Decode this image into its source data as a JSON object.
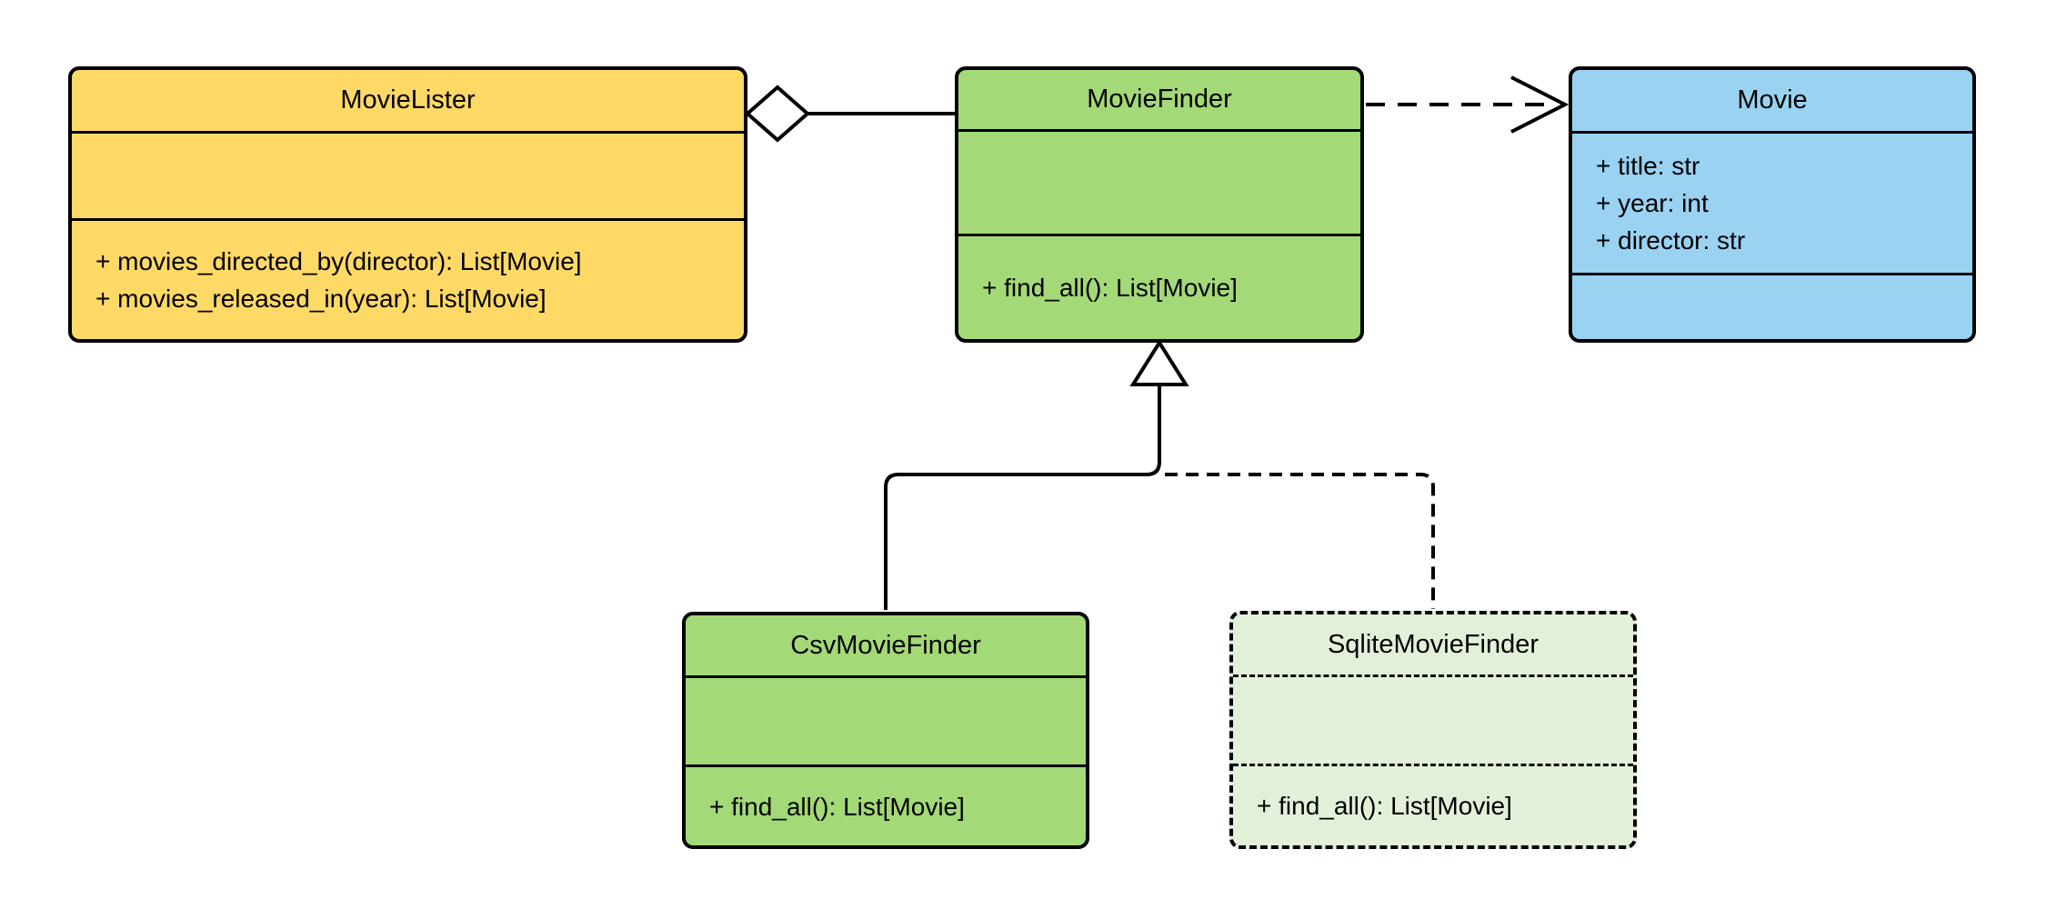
{
  "colors": {
    "background": "#FFFFFF",
    "line": "#000000",
    "class-yellow": "#FFD966",
    "class-green": "#A3D977",
    "class-blue": "#9AD2F2",
    "class-pale-green": "#E2F0DA"
  },
  "classes": [
    {
      "name": "MovieLister",
      "attributes": [],
      "methods": [
        "+ movies_directed_by(director): List[Movie]",
        "+ movies_released_in(year): List[Movie]"
      ]
    },
    {
      "name": "MovieFinder",
      "attributes": [],
      "methods": [
        "+ find_all(): List[Movie]"
      ]
    },
    {
      "name": "Movie",
      "attributes": [
        "+ title: str",
        "+ year: int",
        "+ director: str"
      ],
      "methods": []
    },
    {
      "name": "CsvMovieFinder",
      "attributes": [],
      "methods": [
        "+ find_all(): List[Movie]"
      ]
    },
    {
      "name": "SqliteMovieFinder",
      "attributes": [],
      "methods": [
        "+ find_all(): List[Movie]"
      ]
    }
  ],
  "relationships": [
    {
      "type": "aggregation",
      "from": "MovieLister",
      "to": "MovieFinder",
      "line": "solid",
      "marker": "hollow-diamond"
    },
    {
      "type": "dependency",
      "from": "MovieFinder",
      "to": "Movie",
      "line": "dashed",
      "marker": "open-arrow"
    },
    {
      "type": "generalization",
      "from": "CsvMovieFinder",
      "to": "MovieFinder",
      "line": "solid",
      "marker": "hollow-triangle"
    },
    {
      "type": "generalization",
      "from": "SqliteMovieFinder",
      "to": "MovieFinder",
      "line": "dashed",
      "marker": "hollow-triangle"
    }
  ]
}
